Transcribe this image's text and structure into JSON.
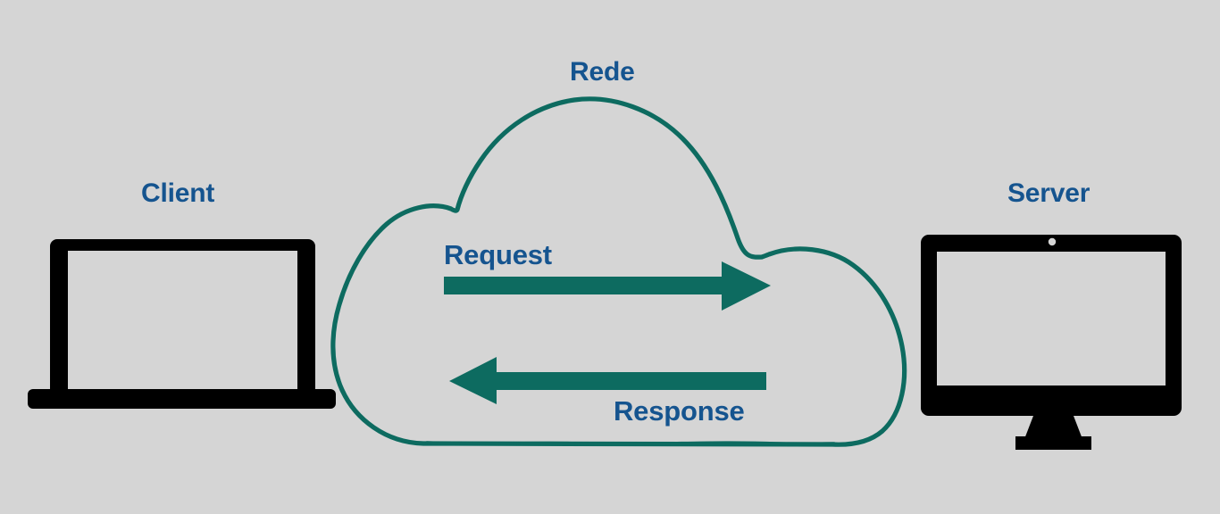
{
  "diagram": {
    "title_visible": false,
    "background_color": "#d5d5d5",
    "accent_teal": "#0d6b60",
    "label_blue": "#15548f",
    "device_black": "#000000",
    "nodes": [
      {
        "id": "client",
        "label": "Client",
        "icon": "laptop-icon",
        "position": "left"
      },
      {
        "id": "rede",
        "label": "Rede",
        "icon": "cloud-icon",
        "position": "center"
      },
      {
        "id": "server",
        "label": "Server",
        "icon": "desktop-monitor-icon",
        "position": "right"
      }
    ],
    "flows": [
      {
        "id": "request",
        "label": "Request",
        "direction": "left-to-right",
        "color": "#0d6b60",
        "from": "client",
        "to": "server"
      },
      {
        "id": "response",
        "label": "Response",
        "direction": "right-to-left",
        "color": "#0d6b60",
        "from": "server",
        "to": "client"
      }
    ]
  }
}
